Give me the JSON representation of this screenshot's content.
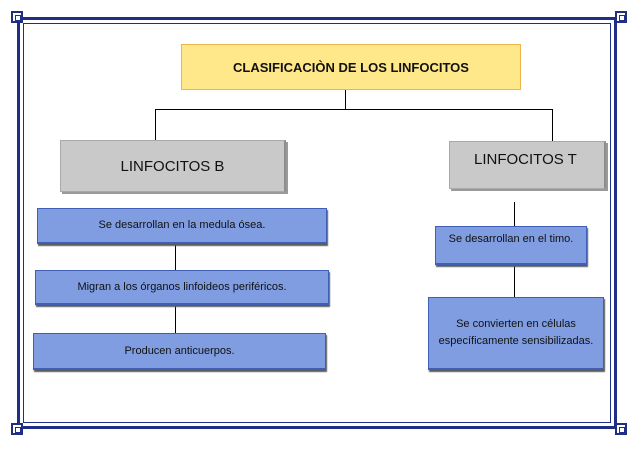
{
  "diagram": {
    "title": "CLASIFICACIÒN DE LOS LINFOCITOS",
    "branches": {
      "b": {
        "label": "LINFOCITOS B",
        "items": [
          "Se desarrollan en la medula ósea.",
          "Migran a los órganos linfoideos periféricos.",
          "Producen anticuerpos."
        ]
      },
      "t": {
        "label": "LINFOCITOS T",
        "items": [
          "Se desarrollan en el timo.",
          "Se convierten en células específicamente sensibilizadas."
        ]
      }
    }
  },
  "colors": {
    "frame": "#1f2f86",
    "title_fill": "#ffe88a",
    "title_border": "#f0b54a",
    "category_fill": "#c9c9c9",
    "item_fill": "#7f9de0"
  }
}
